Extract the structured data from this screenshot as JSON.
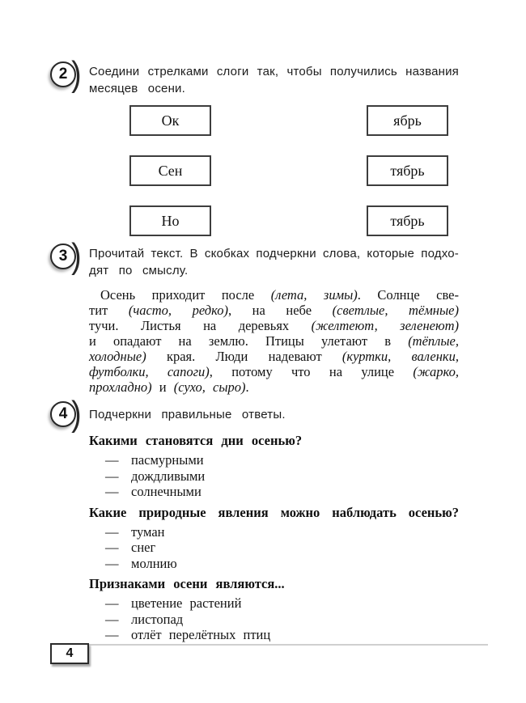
{
  "decor": {
    "badge_paren": ")",
    "dash": "—"
  },
  "page": {
    "number": "4"
  },
  "exercise2": {
    "number": "2",
    "instruction_lines": [
      "Соедини стрелками слоги так, чтобы получились названия",
      "месяцев осени."
    ],
    "left_boxes": [
      "Ок",
      "Сен",
      "Но"
    ],
    "right_boxes": [
      "ябрь",
      "тябрь",
      "тябрь"
    ]
  },
  "exercise3": {
    "number": "3",
    "instruction_lines": [
      "Прочитай текст. В скобках подчеркни слова, которые подхо-",
      "дят по смыслу."
    ],
    "paragraph_lines": [
      [
        {
          "t": "Осень приходит после "
        },
        {
          "t": "(лета, зимы)",
          "i": true
        },
        {
          "t": ". Солнце све-"
        }
      ],
      [
        {
          "t": "тит "
        },
        {
          "t": "(часто, редко)",
          "i": true
        },
        {
          "t": ", на небе "
        },
        {
          "t": "(светлые, тёмные)",
          "i": true
        }
      ],
      [
        {
          "t": "тучи. Листья на деревьях "
        },
        {
          "t": "(желтеют, зеленеют)",
          "i": true
        }
      ],
      [
        {
          "t": "и опадают на землю. Птицы улетают в "
        },
        {
          "t": "(тёплые,",
          "i": true
        }
      ],
      [
        {
          "t": "холодные)",
          "i": true
        },
        {
          "t": " края. Люди надевают "
        },
        {
          "t": "(куртки, валенки,",
          "i": true
        }
      ],
      [
        {
          "t": "футболки, сапоги)",
          "i": true
        },
        {
          "t": ", потому что на улице "
        },
        {
          "t": "(жарко,",
          "i": true
        }
      ],
      [
        {
          "t": "прохладно)",
          "i": true
        },
        {
          "t": " и "
        },
        {
          "t": "(сухо, сыро)",
          "i": true
        },
        {
          "t": "."
        }
      ]
    ]
  },
  "exercise4": {
    "number": "4",
    "instruction": "Подчеркни правильные ответы.",
    "q1": {
      "question": "Какими становятся дни осенью?",
      "answers": [
        "пасмурными",
        "дождливыми",
        "солнечными"
      ]
    },
    "q2": {
      "question": "Какие природные явления можно наблюдать осенью?",
      "answers": [
        "туман",
        "снег",
        "молнию"
      ]
    },
    "q3": {
      "question": "Признаками осени являются...",
      "answers": [
        "цветение растений",
        "листопад",
        "отлёт перелётных птиц"
      ]
    }
  }
}
